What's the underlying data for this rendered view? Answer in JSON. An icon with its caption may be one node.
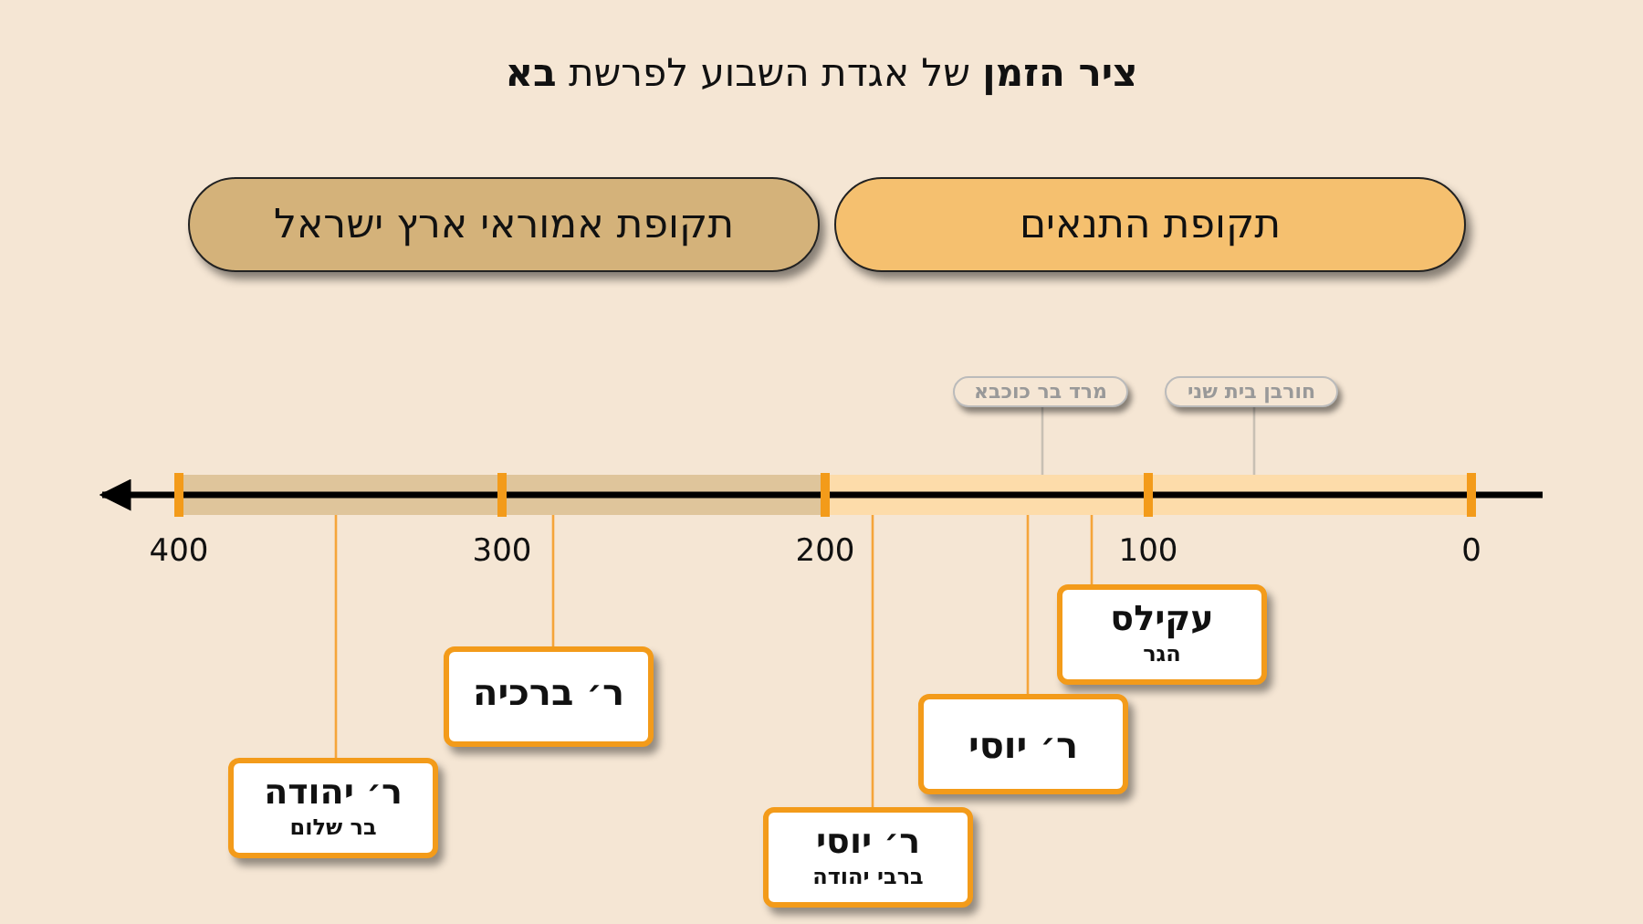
{
  "diagram": {
    "title": "**ציר הזמן** של אגדת השבוע לפרשת **בא**",
    "nodes": [
      {
        "text": [
          "תקופת התנאים"
        ]
      },
      {
        "text": [
          "תקופת אמוראי ארץ ישראל"
        ]
      },
      {
        "text": [
          "חורבן בית שני"
        ]
      },
      {
        "text": [
          "מרד בר כוכבא"
        ]
      },
      {
        "text": [
          "עקילס",
          "הגר"
        ]
      },
      {
        "text": [
          "ר׳ ברכיה"
        ]
      },
      {
        "text": [
          "ר׳ יוסי"
        ]
      },
      {
        "text": [
          "ר׳ יהודה",
          "בר שלום"
        ]
      },
      {
        "text": [
          "ר׳ יוסי",
          "ברבי יהודה"
        ]
      },
      {
        "text": [],
        "shape": "bar"
      },
      {
        "text": [],
        "shape": "bar"
      }
    ],
    "edges": [
      {
        "from": 2,
        "to": 10,
        "arrow": "none",
        "color": "#c8c0b4"
      },
      {
        "from": 3,
        "to": 10,
        "arrow": "none",
        "color": "#c8c0b4"
      },
      {
        "from": 4,
        "to": 10,
        "arrow": "none"
      },
      {
        "from": 5,
        "to": 9,
        "arrow": "none"
      },
      {
        "from": 6,
        "to": 10,
        "arrow": "none"
      },
      {
        "from": 7,
        "to": 9,
        "arrow": "none"
      },
      {
        "from": 8,
        "to": 10,
        "arrow": "none"
      }
    ],
    "labels": [
      "400",
      "300",
      "200",
      "100",
      "0"
    ]
  }
}
